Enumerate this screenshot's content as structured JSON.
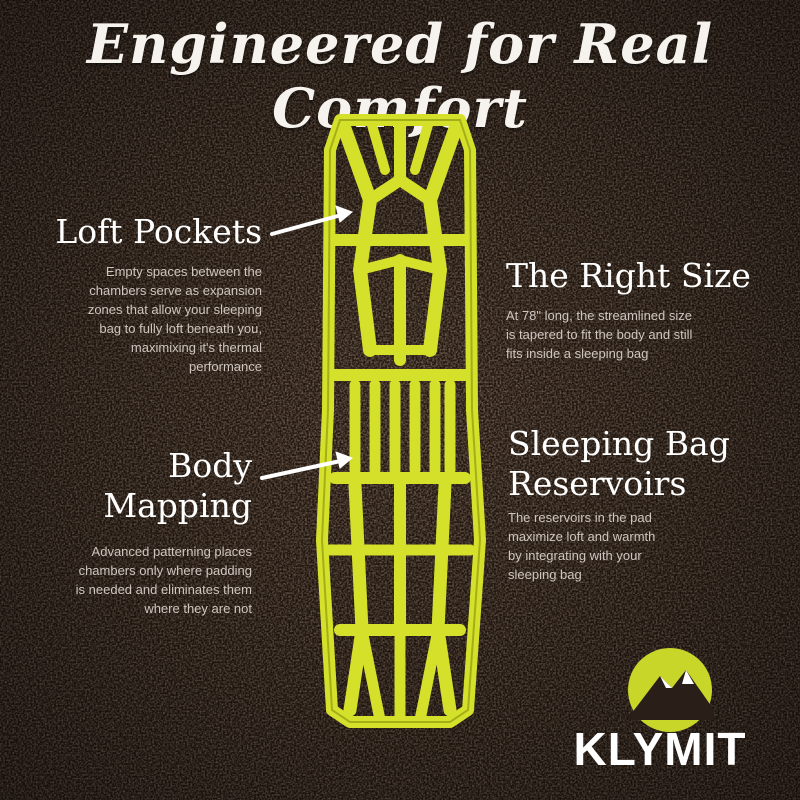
{
  "title": "Engineered for Real Comfort",
  "features": {
    "loft_pockets": {
      "heading": "Loft Pockets",
      "text_lines": [
        "Empty spaces between the",
        "chambers serve as expansion",
        "zones that allow your sleeping",
        "bag to fully loft beneath you,",
        "maximixing it's thermal",
        "performance"
      ]
    },
    "right_size": {
      "heading": "The Right Size",
      "text_lines": [
        "At 78\" long, the streamlined size",
        "is tapered to fit the body and still",
        "fits inside a sleeping bag"
      ]
    },
    "body_mapping": {
      "heading_lines": [
        "Body",
        "Mapping"
      ],
      "text_lines": [
        "Advanced patterning places",
        "chambers only where padding",
        "is needed and eliminates them",
        "where they are not"
      ]
    },
    "reservoirs": {
      "heading_lines": [
        "Sleeping Bag",
        "Reservoirs"
      ],
      "text_lines": [
        "The reservoirs in the pad",
        "maximize loft and warmth",
        "by integrating with your",
        "sleeping bag"
      ]
    }
  },
  "brand": {
    "name": "KLYMIT",
    "accent_color": "#c8d62a",
    "logo_icon": "mountain-circle-icon"
  },
  "colors": {
    "pad": "#d4e02a",
    "pad_shadow": "#8f9a10",
    "background": "#2a1e18"
  }
}
